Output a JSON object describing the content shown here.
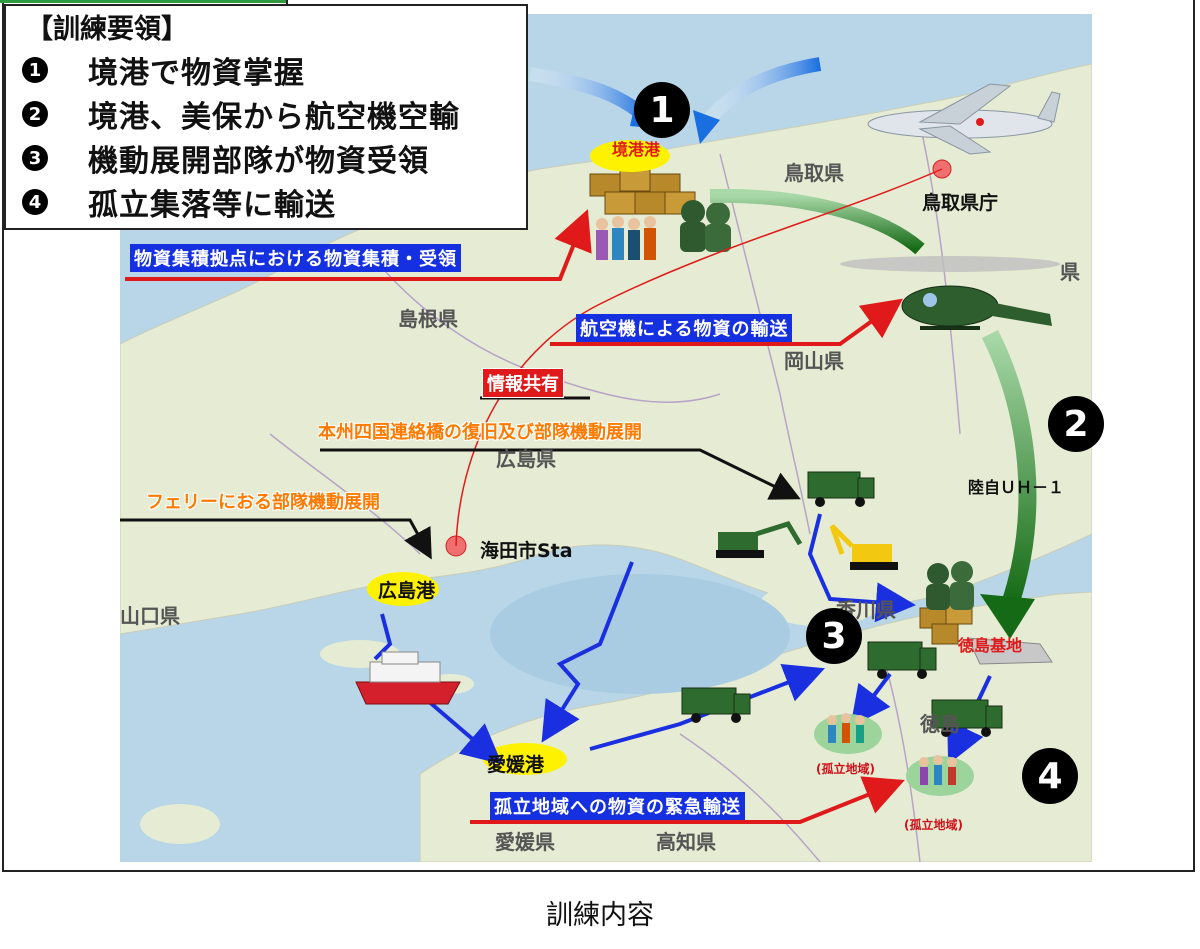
{
  "legend": {
    "title": "【訓練要領】",
    "items": [
      {
        "num": "1",
        "text": "境港で物資掌握"
      },
      {
        "num": "2",
        "text": "境港、美保から航空機空輸"
      },
      {
        "num": "3",
        "text": "機動展開部隊が物資受領"
      },
      {
        "num": "4",
        "text": "孤立集落等に輸送"
      }
    ]
  },
  "markers": {
    "m1": "1",
    "m2": "2",
    "m3": "3",
    "m4": "4"
  },
  "ports": {
    "sakaiminato": "境港港",
    "hiroshima": "広島港",
    "ehime": "愛媛港"
  },
  "places": {
    "tottori_office": "鳥取県庁",
    "kaitashi": "海田市Sta",
    "tokushima_base": "徳島基地",
    "helicopter": "陸自ＵＨ－１",
    "isolated1": "(孤立地域)",
    "isolated2": "(孤立地域)"
  },
  "prefectures": {
    "tottori": "鳥取県",
    "shimane": "島根県",
    "okayama": "岡山県",
    "hiroshima": "広島県",
    "yamaguchi": "山口県",
    "ehime": "愛媛県",
    "kochi": "高知県",
    "kagawa": "香川県",
    "tokushima": "徳島",
    "hyogo_fragment": "県"
  },
  "callouts": {
    "collect": "物資集積拠点における物資集積・受領",
    "air_transport": "航空機による物資の輸送",
    "info_share": "情報共有",
    "bridge": "本州四国連絡橋の復旧及び部隊機動展開",
    "ferry": "フェリーにおる部隊機動展開",
    "emergency": "孤立地域への物資の緊急輸送"
  },
  "caption": "訓練内容",
  "colors": {
    "sea": "#b9d6e8",
    "land": "#e6ecd4",
    "route_blue": "#1a2fe0",
    "route_red": "#e01a1a",
    "arrow_green": "#1f6e1f",
    "label_blue": "#1530e0",
    "label_orange": "#ff7a00",
    "port_highlight": "#fff200"
  }
}
